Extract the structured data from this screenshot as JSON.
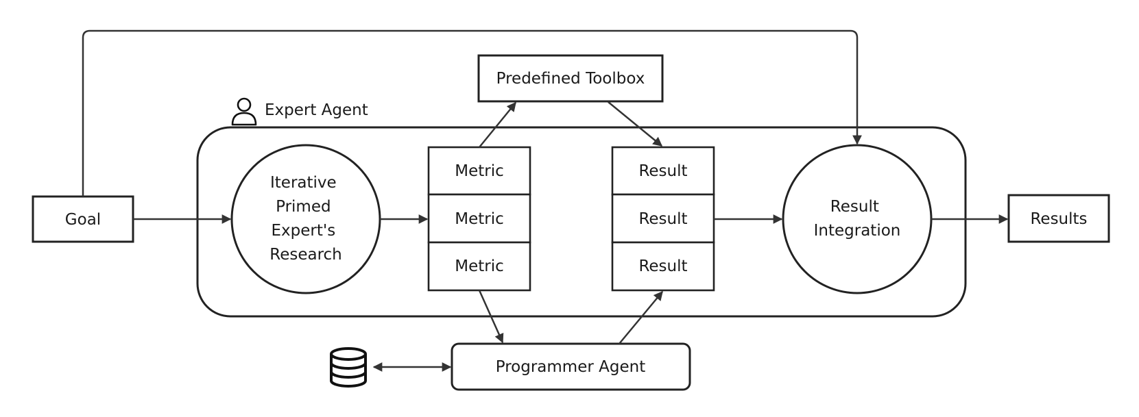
{
  "nodes": {
    "goal": "Goal",
    "research": [
      "Iterative",
      "Primed",
      "Expert's",
      "Research"
    ],
    "metrics": [
      "Metric",
      "Metric",
      "Metric"
    ],
    "results_list": [
      "Result",
      "Result",
      "Result"
    ],
    "integration": [
      "Result",
      "Integration"
    ],
    "output": "Results",
    "toolbox": "Predefined Toolbox",
    "programmer": "Programmer Agent",
    "expert_container": "Expert Agent"
  },
  "icons": {
    "expert": "person-icon",
    "storage": "database-icon"
  },
  "colors": {
    "stroke": "#222222",
    "arrow": "#333333",
    "background": "#ffffff"
  }
}
